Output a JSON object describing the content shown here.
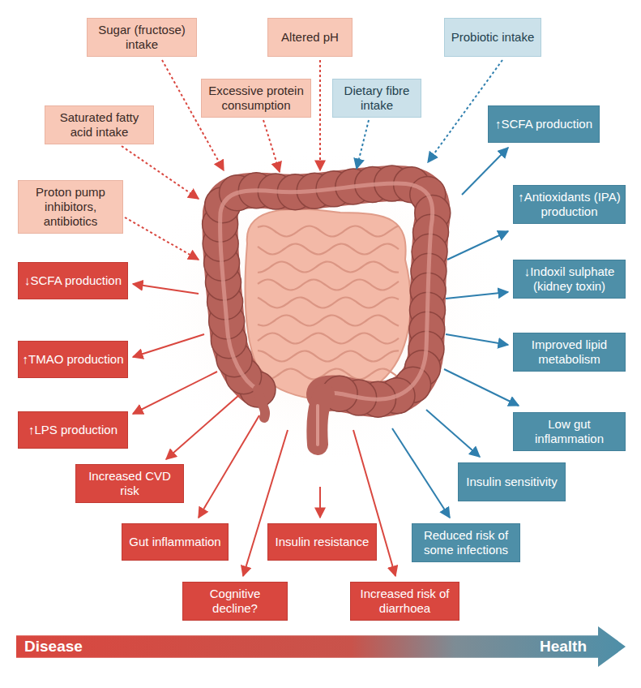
{
  "diagram": {
    "nodes": [
      {
        "text": [
          "Sugar (fructose) intake"
        ]
      },
      {
        "text": [
          "Altered pH"
        ]
      },
      {
        "text": [
          "Probiotic intake"
        ]
      },
      {
        "text": [
          "Excessive protein consumption"
        ]
      },
      {
        "text": [
          "Dietary fibre intake"
        ]
      },
      {
        "text": [
          "Saturated fatty acid intake"
        ]
      },
      {
        "text": [
          "↑SCFA production"
        ]
      },
      {
        "text": [
          "Proton pump inhibitors, antibiotics"
        ]
      },
      {
        "text": [
          "↑Antioxidants (IPA) production"
        ]
      },
      {
        "text": [
          "↓SCFA production"
        ]
      },
      {
        "text": [
          "↓Indoxil sulphate (kidney toxin)"
        ]
      },
      {
        "text": [
          "↑TMAO production"
        ]
      },
      {
        "text": [
          "Improved lipid metabolism"
        ]
      },
      {
        "text": [
          "↑LPS production"
        ]
      },
      {
        "text": [
          "Low gut inflammation"
        ]
      },
      {
        "text": [
          "Increased CVD risk"
        ]
      },
      {
        "text": [
          "Insulin sensitivity"
        ]
      },
      {
        "text": [
          "Gut inflammation"
        ]
      },
      {
        "text": [
          "Insulin resistance"
        ]
      },
      {
        "text": [
          "Reduced risk of some infections"
        ]
      },
      {
        "text": [
          "Cognitive decline?"
        ]
      },
      {
        "text": [
          "Increased risk of diarrhoea"
        ]
      },
      {
        "text": [
          "Disease",
          "Health"
        ]
      }
    ]
  }
}
